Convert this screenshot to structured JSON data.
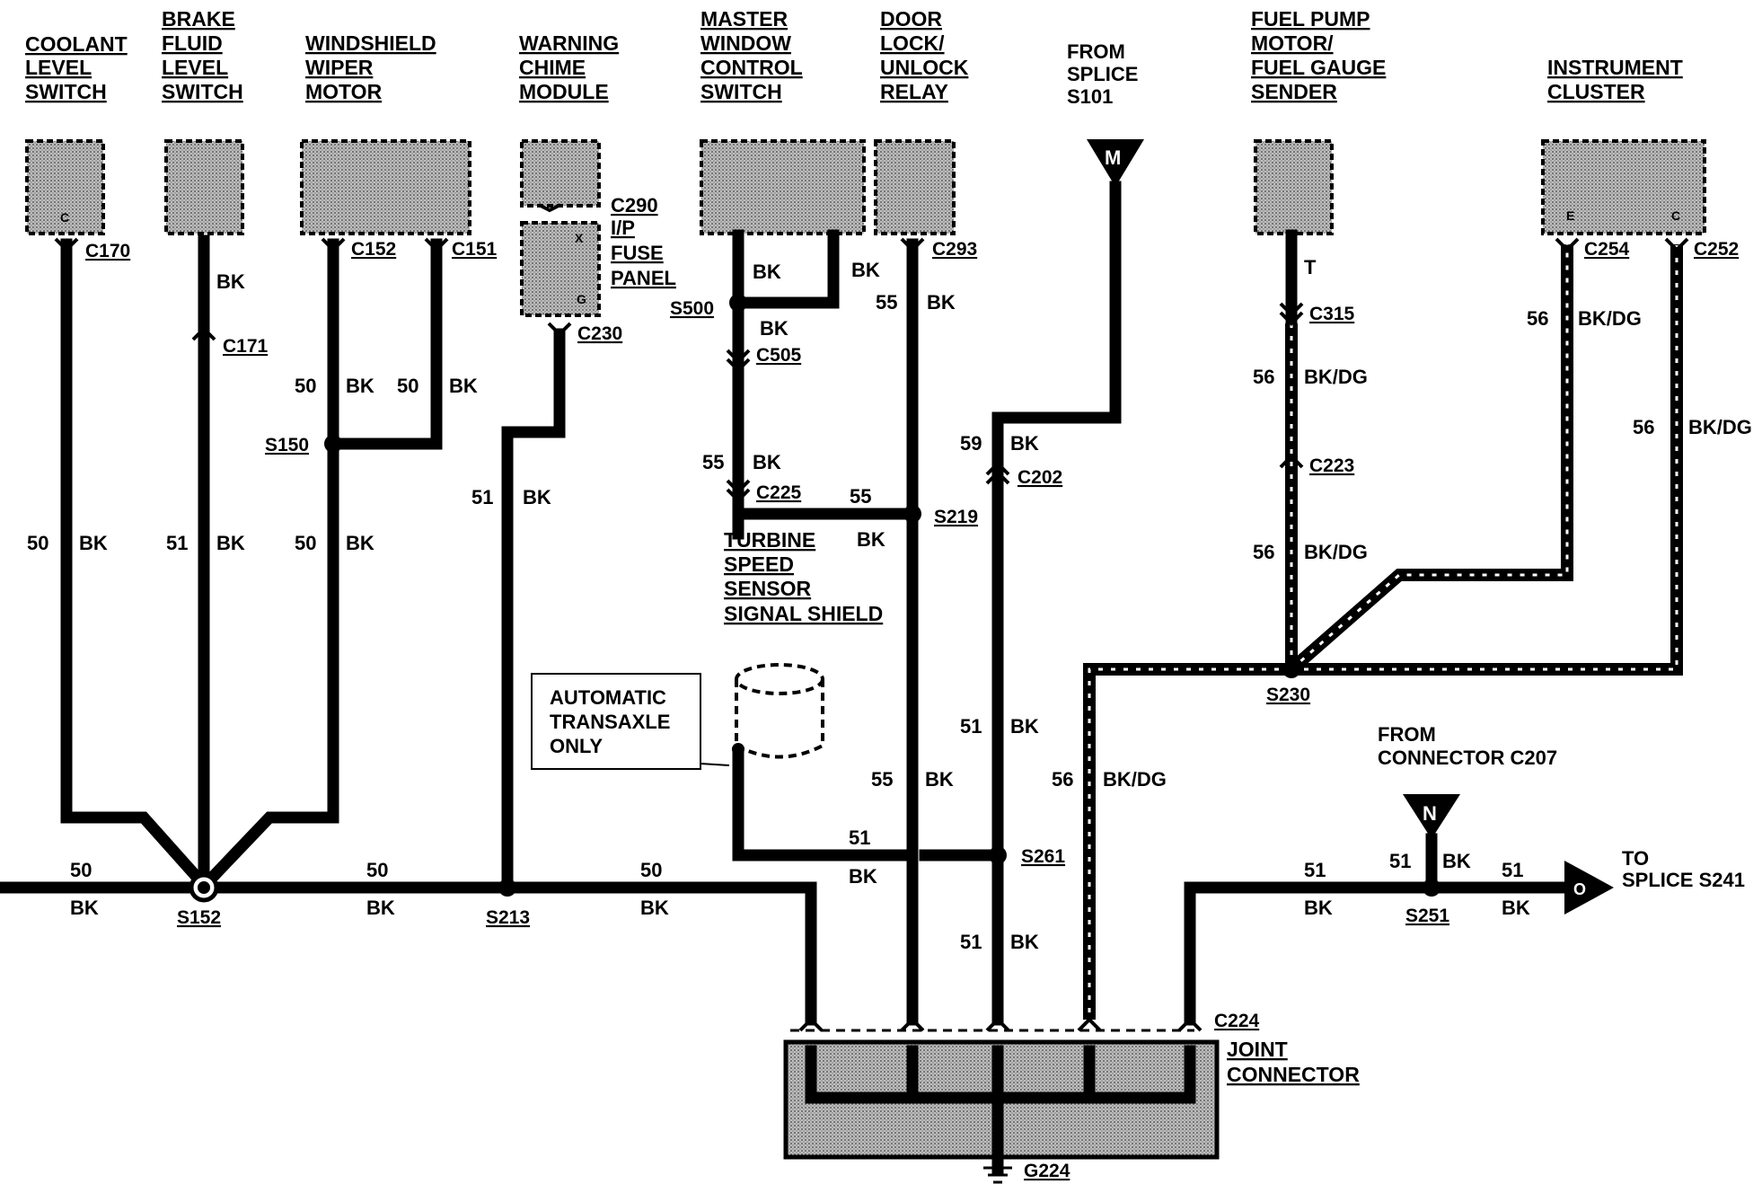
{
  "components": {
    "coolant": [
      "COOLANT",
      "LEVEL",
      "SWITCH"
    ],
    "brake": [
      "BRAKE",
      "FLUID",
      "LEVEL",
      "SWITCH"
    ],
    "wiper": [
      "WINDSHIELD",
      "WIPER",
      "MOTOR"
    ],
    "chime": [
      "WARNING",
      "CHIME",
      "MODULE"
    ],
    "master": [
      "MASTER",
      "WINDOW",
      "CONTROL",
      "SWITCH"
    ],
    "door": [
      "DOOR",
      "LOCK/",
      "UNLOCK",
      "RELAY"
    ],
    "splice_from": [
      "FROM",
      "SPLICE",
      "S101"
    ],
    "fuel": [
      "FUEL PUMP",
      "MOTOR/",
      "FUEL GAUGE",
      "SENDER"
    ],
    "cluster": [
      "INSTRUMENT",
      "CLUSTER"
    ],
    "fuse_panel": [
      "C290",
      "I/P",
      "FUSE",
      "PANEL"
    ],
    "turbine": [
      "TURBINE",
      "SPEED",
      "SENSOR",
      "SIGNAL SHIELD"
    ],
    "auto_note": [
      "AUTOMATIC",
      "TRANSAXLE",
      "ONLY"
    ],
    "from_connector": [
      "FROM",
      "CONNECTOR C207"
    ],
    "to_splice": [
      "TO",
      "SPLICE S241"
    ],
    "joint": [
      "C224",
      "JOINT",
      "CONNECTOR"
    ],
    "ground": "G224"
  },
  "connectors": {
    "c170": "C170",
    "c171": "C171",
    "c152": "C152",
    "c151": "C151",
    "c230": "C230",
    "s500": "S500",
    "c505": "C505",
    "c225": "C225",
    "c293": "C293",
    "s219": "S219",
    "c202": "C202",
    "s261": "S261",
    "c315": "C315",
    "c223": "C223",
    "s230": "S230",
    "c254": "C254",
    "c252": "C252",
    "s150": "S150",
    "s152": "S152",
    "s213": "S213",
    "s251": "S251"
  },
  "pins": {
    "coolant": "C",
    "fuse_x": "X",
    "fuse_g": "G",
    "cluster_e": "E",
    "cluster_c": "C",
    "splice_m": "M",
    "conn_n": "N",
    "term_o": "O"
  },
  "wire_labels": {
    "bk": "BK",
    "bkdg": "BK/DG",
    "t": "T",
    "n50": "50",
    "n51": "51",
    "n55": "55",
    "n56": "56",
    "n59": "59"
  }
}
